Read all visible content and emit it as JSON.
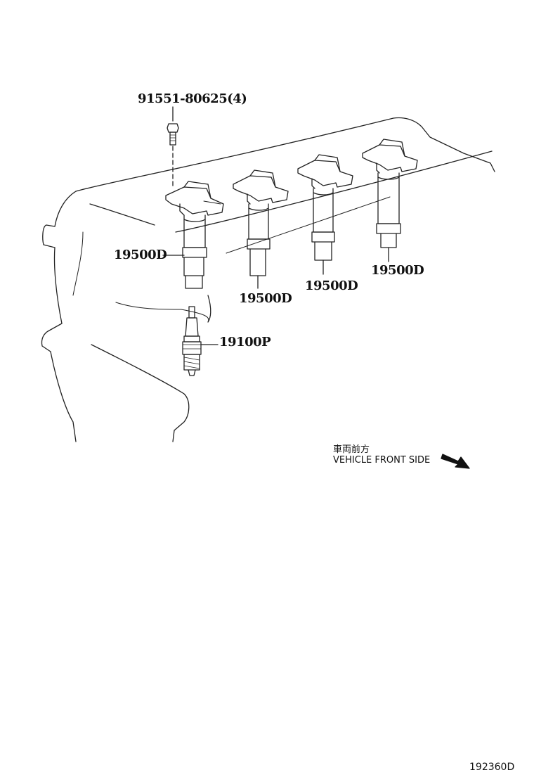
{
  "diagram": {
    "labels": {
      "bolt": "91551-80625(4)",
      "coil_1": "19500D",
      "coil_2": "19500D",
      "coil_3": "19500D",
      "coil_4": "19500D",
      "spark_plug": "19100P"
    },
    "direction": {
      "japanese": "車両前方",
      "english": "VEHICLE FRONT SIDE",
      "arrow_icon": "arrow-down-right-icon"
    },
    "figure_id": "192360D"
  }
}
